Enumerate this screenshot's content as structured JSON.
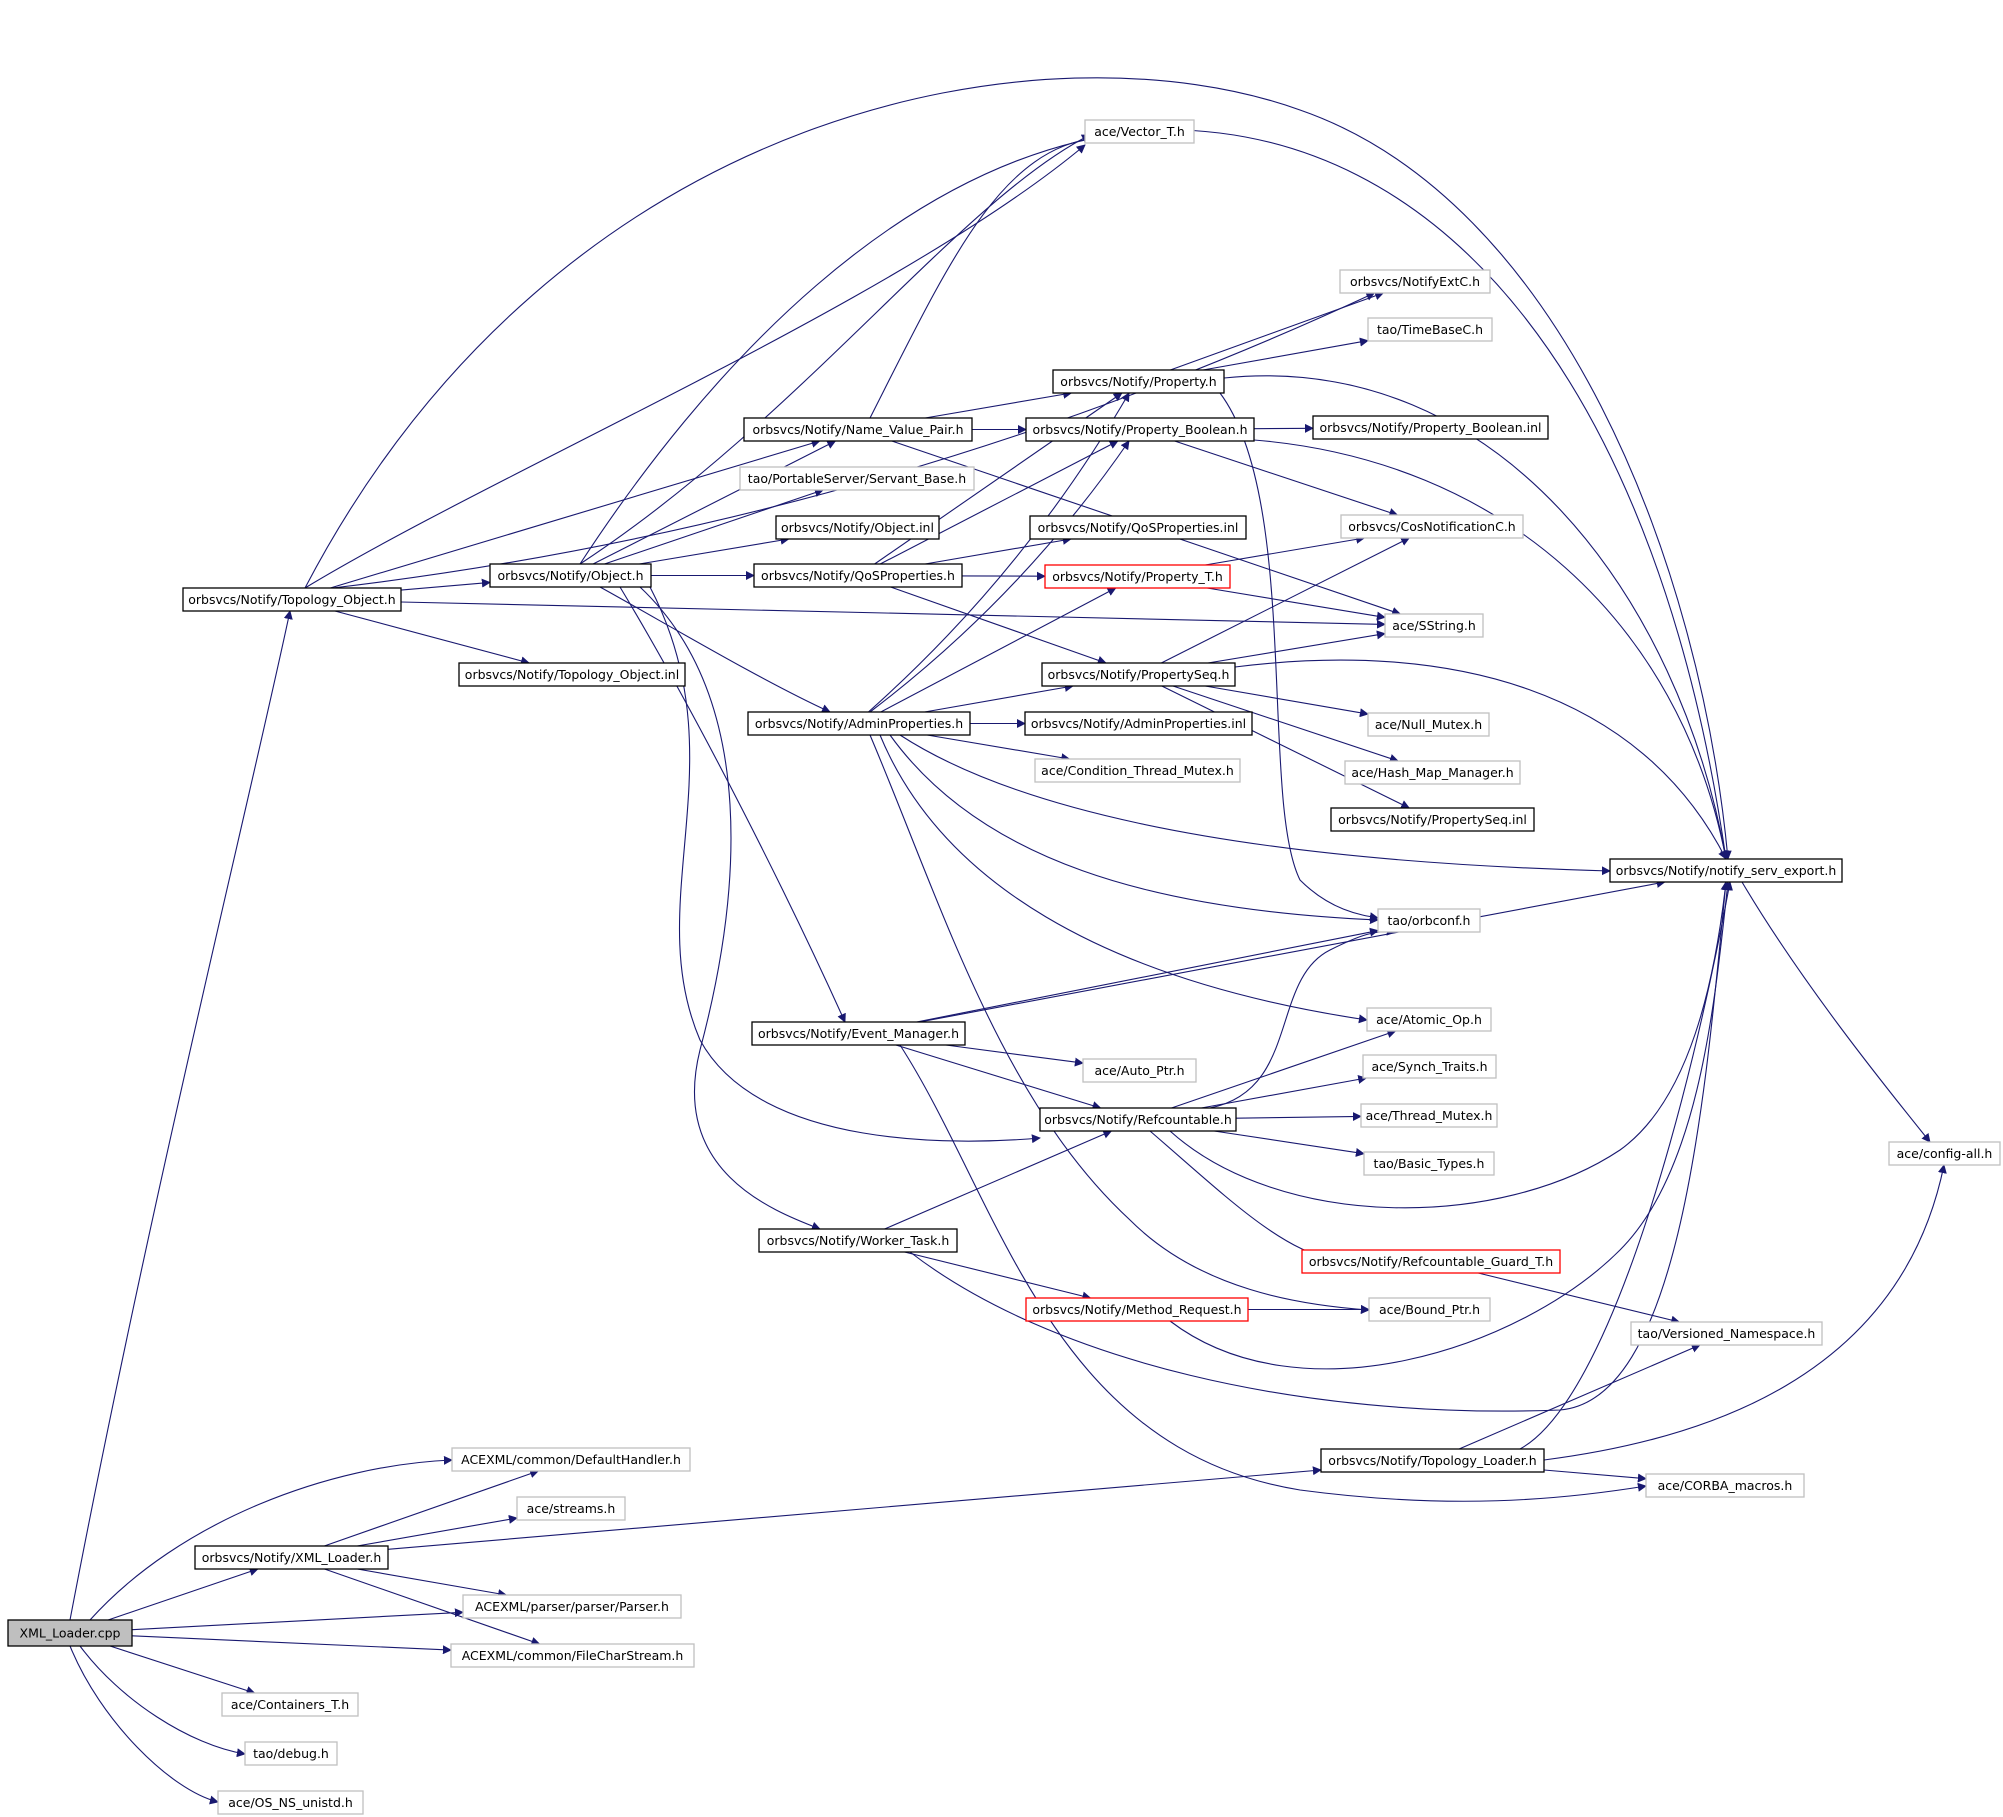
{
  "colors": {
    "edge": "#191970",
    "documented_border": "#000000",
    "undocumented_border": "#c0c0c0",
    "truncated_border": "#ff0000",
    "root_fill": "#bfbfbf",
    "node_fill": "#ffffff"
  },
  "nodes": [
    {
      "id": "xml_loader_cpp",
      "label": "XML_Loader.cpp",
      "style": "root"
    },
    {
      "id": "topology_object_h",
      "label": "orbsvcs/Notify/Topology_Object.h",
      "style": "documented"
    },
    {
      "id": "xml_loader_h",
      "label": "orbsvcs/Notify/XML_Loader.h",
      "style": "documented"
    },
    {
      "id": "default_handler_h",
      "label": "ACEXML/common/DefaultHandler.h",
      "style": "plain"
    },
    {
      "id": "streams_h",
      "label": "ace/streams.h",
      "style": "plain"
    },
    {
      "id": "parser_h",
      "label": "ACEXML/parser/parser/Parser.h",
      "style": "plain"
    },
    {
      "id": "filecharstream_h",
      "label": "ACEXML/common/FileCharStream.h",
      "style": "plain"
    },
    {
      "id": "containers_t_h",
      "label": "ace/Containers_T.h",
      "style": "plain"
    },
    {
      "id": "debug_h",
      "label": "tao/debug.h",
      "style": "plain"
    },
    {
      "id": "os_ns_unistd_h",
      "label": "ace/OS_NS_unistd.h",
      "style": "plain"
    },
    {
      "id": "topology_object_inl",
      "label": "orbsvcs/Notify/Topology_Object.inl",
      "style": "documented"
    },
    {
      "id": "object_h",
      "label": "orbsvcs/Notify/Object.h",
      "style": "documented"
    },
    {
      "id": "name_value_pair_h",
      "label": "orbsvcs/Notify/Name_Value_Pair.h",
      "style": "documented"
    },
    {
      "id": "servant_base_h",
      "label": "tao/PortableServer/Servant_Base.h",
      "style": "plain"
    },
    {
      "id": "object_inl",
      "label": "orbsvcs/Notify/Object.inl",
      "style": "documented"
    },
    {
      "id": "qosproperties_h",
      "label": "orbsvcs/Notify/QoSProperties.h",
      "style": "documented"
    },
    {
      "id": "adminproperties_h",
      "label": "orbsvcs/Notify/AdminProperties.h",
      "style": "documented"
    },
    {
      "id": "event_manager_h",
      "label": "orbsvcs/Notify/Event_Manager.h",
      "style": "documented"
    },
    {
      "id": "worker_task_h",
      "label": "orbsvcs/Notify/Worker_Task.h",
      "style": "documented"
    },
    {
      "id": "vector_t_h",
      "label": "ace/Vector_T.h",
      "style": "plain"
    },
    {
      "id": "property_h",
      "label": "orbsvcs/Notify/Property.h",
      "style": "documented"
    },
    {
      "id": "property_boolean_h",
      "label": "orbsvcs/Notify/Property_Boolean.h",
      "style": "documented"
    },
    {
      "id": "qosproperties_inl",
      "label": "orbsvcs/Notify/QoSProperties.inl",
      "style": "documented"
    },
    {
      "id": "property_t_h",
      "label": "orbsvcs/Notify/Property_T.h",
      "style": "truncated"
    },
    {
      "id": "propertyseq_h",
      "label": "orbsvcs/Notify/PropertySeq.h",
      "style": "documented"
    },
    {
      "id": "adminproperties_inl",
      "label": "orbsvcs/Notify/AdminProperties.inl",
      "style": "documented"
    },
    {
      "id": "condition_thread_mutex_h",
      "label": "ace/Condition_Thread_Mutex.h",
      "style": "plain"
    },
    {
      "id": "auto_ptr_h",
      "label": "ace/Auto_Ptr.h",
      "style": "plain"
    },
    {
      "id": "refcountable_h",
      "label": "orbsvcs/Notify/Refcountable.h",
      "style": "documented"
    },
    {
      "id": "method_request_h",
      "label": "orbsvcs/Notify/Method_Request.h",
      "style": "truncated"
    },
    {
      "id": "notifyextc_h",
      "label": "orbsvcs/NotifyExtC.h",
      "style": "plain"
    },
    {
      "id": "timebasec_h",
      "label": "tao/TimeBaseC.h",
      "style": "plain"
    },
    {
      "id": "property_boolean_inl",
      "label": "orbsvcs/Notify/Property_Boolean.inl",
      "style": "documented"
    },
    {
      "id": "cosnotificationc_h",
      "label": "orbsvcs/CosNotificationC.h",
      "style": "plain"
    },
    {
      "id": "sstring_h",
      "label": "ace/SString.h",
      "style": "plain"
    },
    {
      "id": "null_mutex_h",
      "label": "ace/Null_Mutex.h",
      "style": "plain"
    },
    {
      "id": "hash_map_manager_h",
      "label": "ace/Hash_Map_Manager.h",
      "style": "plain"
    },
    {
      "id": "propertyseq_inl",
      "label": "orbsvcs/Notify/PropertySeq.inl",
      "style": "documented"
    },
    {
      "id": "orbconf_h",
      "label": "tao/orbconf.h",
      "style": "plain"
    },
    {
      "id": "atomic_op_h",
      "label": "ace/Atomic_Op.h",
      "style": "plain"
    },
    {
      "id": "synch_traits_h",
      "label": "ace/Synch_Traits.h",
      "style": "plain"
    },
    {
      "id": "thread_mutex_h",
      "label": "ace/Thread_Mutex.h",
      "style": "plain"
    },
    {
      "id": "basic_types_h",
      "label": "tao/Basic_Types.h",
      "style": "plain"
    },
    {
      "id": "refcountable_guard_t_h",
      "label": "orbsvcs/Notify/Refcountable_Guard_T.h",
      "style": "truncated"
    },
    {
      "id": "bound_ptr_h",
      "label": "ace/Bound_Ptr.h",
      "style": "plain"
    },
    {
      "id": "topology_loader_h",
      "label": "orbsvcs/Notify/Topology_Loader.h",
      "style": "documented"
    },
    {
      "id": "notify_serv_export_h",
      "label": "orbsvcs/Notify/notify_serv_export.h",
      "style": "documented"
    },
    {
      "id": "versioned_namespace_h",
      "label": "tao/Versioned_Namespace.h",
      "style": "plain"
    },
    {
      "id": "corba_macros_h",
      "label": "ace/CORBA_macros.h",
      "style": "plain"
    },
    {
      "id": "config_all_h",
      "label": "ace/config-all.h",
      "style": "plain"
    }
  ],
  "edges": [
    [
      "xml_loader_cpp",
      "topology_object_h"
    ],
    [
      "xml_loader_cpp",
      "xml_loader_h"
    ],
    [
      "xml_loader_cpp",
      "default_handler_h"
    ],
    [
      "xml_loader_cpp",
      "parser_h"
    ],
    [
      "xml_loader_cpp",
      "filecharstream_h"
    ],
    [
      "xml_loader_cpp",
      "containers_t_h"
    ],
    [
      "xml_loader_cpp",
      "debug_h"
    ],
    [
      "xml_loader_cpp",
      "os_ns_unistd_h"
    ],
    [
      "xml_loader_h",
      "default_handler_h"
    ],
    [
      "xml_loader_h",
      "streams_h"
    ],
    [
      "xml_loader_h",
      "parser_h"
    ],
    [
      "xml_loader_h",
      "filecharstream_h"
    ],
    [
      "xml_loader_h",
      "topology_loader_h"
    ],
    [
      "topology_object_h",
      "object_h"
    ],
    [
      "topology_object_h",
      "name_value_pair_h"
    ],
    [
      "topology_object_h",
      "topology_object_inl"
    ],
    [
      "topology_object_h",
      "vector_t_h"
    ],
    [
      "topology_object_h",
      "notifyextc_h"
    ],
    [
      "topology_object_h",
      "sstring_h"
    ],
    [
      "topology_object_h",
      "notify_serv_export_h"
    ],
    [
      "object_h",
      "name_value_pair_h"
    ],
    [
      "object_h",
      "servant_base_h"
    ],
    [
      "object_h",
      "object_inl"
    ],
    [
      "object_h",
      "qosproperties_h"
    ],
    [
      "object_h",
      "adminproperties_h"
    ],
    [
      "object_h",
      "event_manager_h"
    ],
    [
      "object_h",
      "worker_task_h"
    ],
    [
      "object_h",
      "refcountable_h"
    ],
    [
      "object_h",
      "notify_serv_export_h"
    ],
    [
      "object_h",
      "vector_t_h"
    ],
    [
      "name_value_pair_h",
      "property_h"
    ],
    [
      "name_value_pair_h",
      "property_boolean_h"
    ],
    [
      "name_value_pair_h",
      "sstring_h"
    ],
    [
      "name_value_pair_h",
      "vector_t_h"
    ],
    [
      "qosproperties_h",
      "property_t_h"
    ],
    [
      "qosproperties_h",
      "propertyseq_h"
    ],
    [
      "qosproperties_h",
      "property_h"
    ],
    [
      "qosproperties_h",
      "property_boolean_h"
    ],
    [
      "qosproperties_h",
      "qosproperties_inl"
    ],
    [
      "adminproperties_h",
      "adminproperties_inl"
    ],
    [
      "adminproperties_h",
      "propertyseq_h"
    ],
    [
      "adminproperties_h",
      "property_t_h"
    ],
    [
      "adminproperties_h",
      "condition_thread_mutex_h"
    ],
    [
      "adminproperties_h",
      "notify_serv_export_h"
    ],
    [
      "adminproperties_h",
      "orbconf_h"
    ],
    [
      "adminproperties_h",
      "atomic_op_h"
    ],
    [
      "adminproperties_h",
      "bound_ptr_h"
    ],
    [
      "adminproperties_h",
      "property_h"
    ],
    [
      "adminproperties_h",
      "property_boolean_h"
    ],
    [
      "event_manager_h",
      "refcountable_h"
    ],
    [
      "event_manager_h",
      "auto_ptr_h"
    ],
    [
      "event_manager_h",
      "orbconf_h"
    ],
    [
      "event_manager_h",
      "notify_serv_export_h"
    ],
    [
      "event_manager_h",
      "corba_macros_h"
    ],
    [
      "worker_task_h",
      "refcountable_h"
    ],
    [
      "worker_task_h",
      "method_request_h"
    ],
    [
      "worker_task_h",
      "notify_serv_export_h"
    ],
    [
      "property_h",
      "notifyextc_h"
    ],
    [
      "property_h",
      "timebasec_h"
    ],
    [
      "property_h",
      "notify_serv_export_h"
    ],
    [
      "property_h",
      "orbconf_h"
    ],
    [
      "property_boolean_h",
      "property_boolean_inl"
    ],
    [
      "property_boolean_h",
      "cosnotificationc_h"
    ],
    [
      "property_boolean_h",
      "notify_serv_export_h"
    ],
    [
      "property_t_h",
      "cosnotificationc_h"
    ],
    [
      "property_t_h",
      "sstring_h"
    ],
    [
      "propertyseq_h",
      "sstring_h"
    ],
    [
      "propertyseq_h",
      "cosnotificationc_h"
    ],
    [
      "propertyseq_h",
      "null_mutex_h"
    ],
    [
      "propertyseq_h",
      "hash_map_manager_h"
    ],
    [
      "propertyseq_h",
      "propertyseq_inl"
    ],
    [
      "propertyseq_h",
      "notify_serv_export_h"
    ],
    [
      "refcountable_h",
      "atomic_op_h"
    ],
    [
      "refcountable_h",
      "synch_traits_h"
    ],
    [
      "refcountable_h",
      "thread_mutex_h"
    ],
    [
      "refcountable_h",
      "basic_types_h"
    ],
    [
      "refcountable_h",
      "refcountable_guard_t_h"
    ],
    [
      "refcountable_h",
      "orbconf_h"
    ],
    [
      "refcountable_h",
      "notify_serv_export_h"
    ],
    [
      "method_request_h",
      "bound_ptr_h"
    ],
    [
      "method_request_h",
      "notify_serv_export_h"
    ],
    [
      "refcountable_guard_t_h",
      "versioned_namespace_h"
    ],
    [
      "topology_loader_h",
      "corba_macros_h"
    ],
    [
      "topology_loader_h",
      "versioned_namespace_h"
    ],
    [
      "topology_loader_h",
      "notify_serv_export_h"
    ],
    [
      "topology_loader_h",
      "config_all_h"
    ],
    [
      "notify_serv_export_h",
      "config_all_h"
    ]
  ]
}
